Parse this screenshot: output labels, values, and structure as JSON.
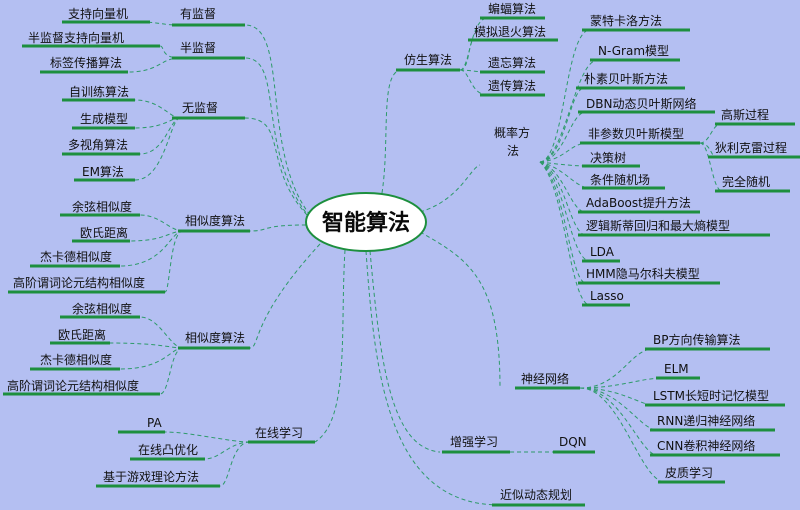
{
  "center": "智能算法",
  "nodes": {
    "n_has": "有监督",
    "n_has_svm": "支持向量机",
    "n_semi": "半监督",
    "n_semi_svm": "半监督支持向量机",
    "n_semi_lp": "标签传播算法",
    "n_unsup": "无监督",
    "n_unsup_self": "自训练算法",
    "n_unsup_gen": "生成模型",
    "n_unsup_mv": "多视角算法",
    "n_unsup_em": "EM算法",
    "n_sim1": "相似度算法",
    "n_sim1_cos": "余弦相似度",
    "n_sim1_euc": "欧氏距离",
    "n_sim1_jac": "杰卡德相似度",
    "n_sim1_high": "高阶谓词论元结构相似度",
    "n_sim2": "相似度算法",
    "n_sim2_cos": "余弦相似度",
    "n_sim2_euc": "欧氏距离",
    "n_sim2_jac": "杰卡德相似度",
    "n_sim2_high": "高阶谓词论元结构相似度",
    "n_online": "在线学习",
    "n_online_pa": "PA",
    "n_online_convex": "在线凸优化",
    "n_online_game": "基于游戏理论方法",
    "n_bio": "仿生算法",
    "n_bio_bat": "蝙蝠算法",
    "n_bio_sa": "模拟退火算法",
    "n_bio_forget": "遗忘算法",
    "n_bio_ga": "遗传算法",
    "n_prob": "概率方法",
    "n_prob_mc": "蒙特卡洛方法",
    "n_prob_ngram": "N-Gram模型",
    "n_prob_nb": "朴素贝叶斯方法",
    "n_prob_dbn": "DBN动态贝叶斯网络",
    "n_prob_np": "非参数贝叶斯模型",
    "n_prob_gp": "高斯过程",
    "n_prob_dp": "狄利克雷过程",
    "n_prob_rand": "完全随机",
    "n_prob_dt": "决策树",
    "n_prob_crf": "条件随机场",
    "n_prob_ada": "AdaBoost提升方法",
    "n_prob_lr": "逻辑斯蒂回归和最大熵模型",
    "n_prob_lda": "LDA",
    "n_prob_hmm": "HMM隐马尔科夫模型",
    "n_prob_lasso": "Lasso",
    "n_nn": "神经网络",
    "n_nn_bp": "BP方向传输算法",
    "n_nn_elm": "ELM",
    "n_nn_lstm": "LSTM长短时记忆模型",
    "n_nn_rnn": "RNN递归神经网络",
    "n_nn_cnn": "CNN卷积神经网络",
    "n_nn_cortex": "皮质学习",
    "n_rl": "增强学习",
    "n_rl_dqn": "DQN",
    "n_adp": "近似动态规划"
  }
}
